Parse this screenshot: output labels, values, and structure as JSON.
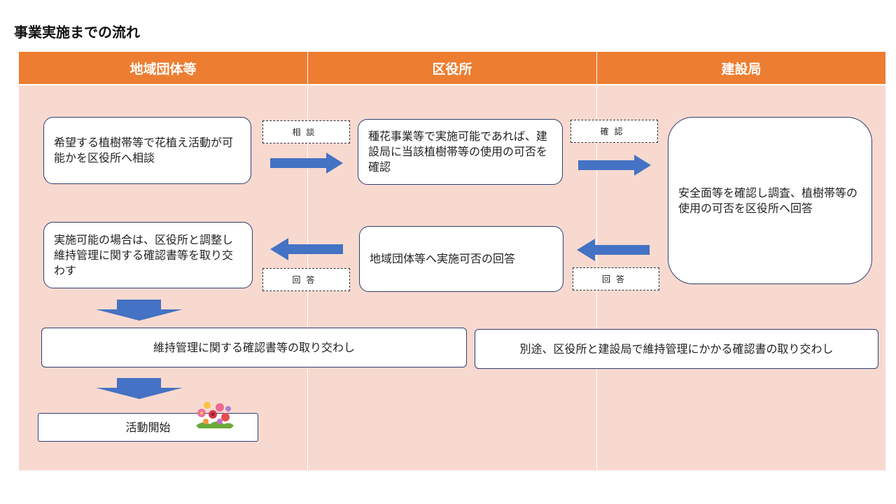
{
  "title": "事業実施までの流れ",
  "columns": [
    "地域団体等",
    "区役所",
    "建設局"
  ],
  "boxes": {
    "consult": "希望する植樹帯等で花植え活動が可能かを区役所へ相談",
    "ward_check": "種花事業等で実施可能であれば、建設局に当該植樹帯等の使用の可否を確認",
    "bureau_check": "安全面等を確認し調査、植樹帯等の使用の可否を区役所へ回答",
    "adjust": "実施可能の場合は、区役所と調整し維持管理に関する確認書等を取り交わす",
    "ward_reply": "地域団体等へ実施可否の回答",
    "agreement_group": "維持管理に関する確認書等の取り交わし",
    "agreement_ward": "別途、区役所と建設局で維持管理にかかる確認書の取り交わし",
    "start": "活動開始"
  },
  "tags": {
    "consult_tag": "相談",
    "confirm_tag": "確認",
    "answer_tag_1": "回答",
    "answer_tag_2": "回答"
  },
  "colors": {
    "header": "#ED7D31",
    "body": "#F8D9CF",
    "arrow": "#4472C4",
    "box_border": "#2F3E73"
  },
  "icons": [
    "right-arrow-icon",
    "left-arrow-icon",
    "down-arrow-icon",
    "flowers-illustration"
  ]
}
